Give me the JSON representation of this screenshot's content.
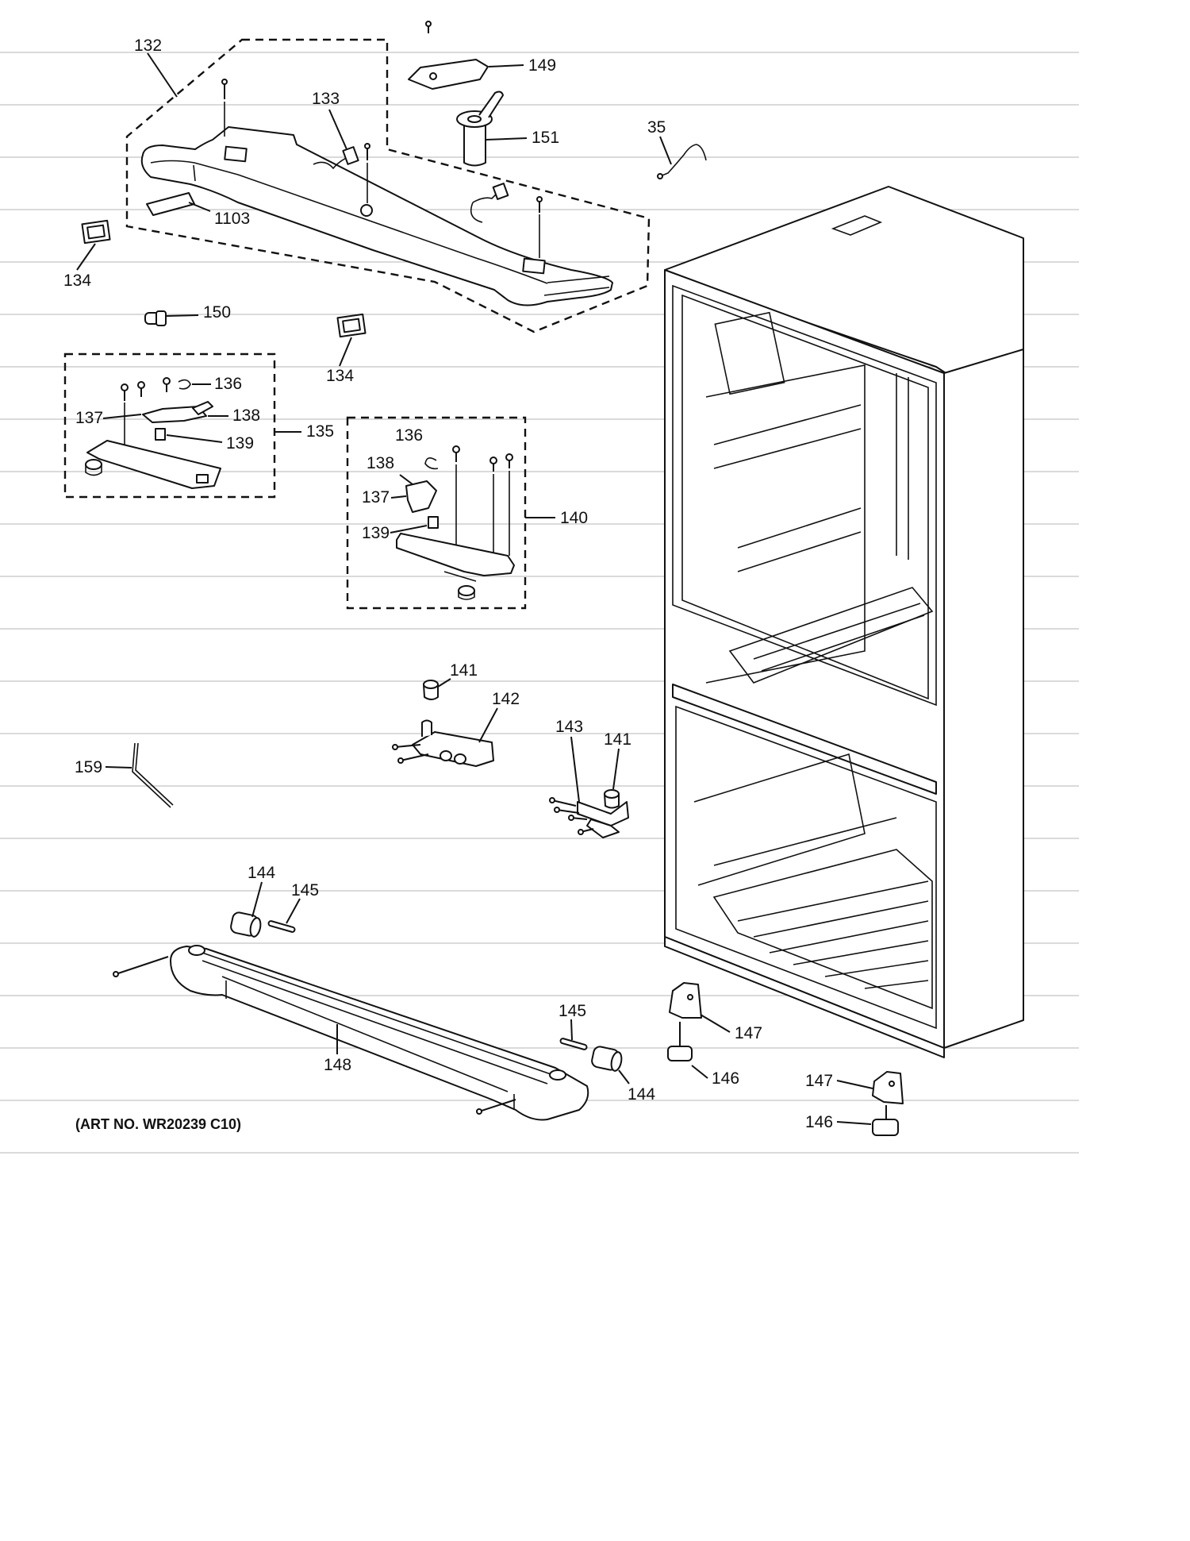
{
  "diagram": {
    "art_number": "(ART NO. WR20239 C10)",
    "callouts": {
      "c35": "35",
      "c132": "132",
      "c133": "133",
      "c134_a": "134",
      "c134_b": "134",
      "c135": "135",
      "c136_a": "136",
      "c136_b": "136",
      "c137_a": "137",
      "c137_b": "137",
      "c138_a": "138",
      "c138_b": "138",
      "c139_a": "139",
      "c139_b": "139",
      "c140": "140",
      "c141_a": "141",
      "c141_b": "141",
      "c142": "142",
      "c143": "143",
      "c144_a": "144",
      "c144_b": "144",
      "c145_a": "145",
      "c145_b": "145",
      "c146_a": "146",
      "c146_b": "146",
      "c147_a": "147",
      "c147_b": "147",
      "c148": "148",
      "c149": "149",
      "c150": "150",
      "c151": "151",
      "c159": "159",
      "c1103": "1103"
    }
  }
}
